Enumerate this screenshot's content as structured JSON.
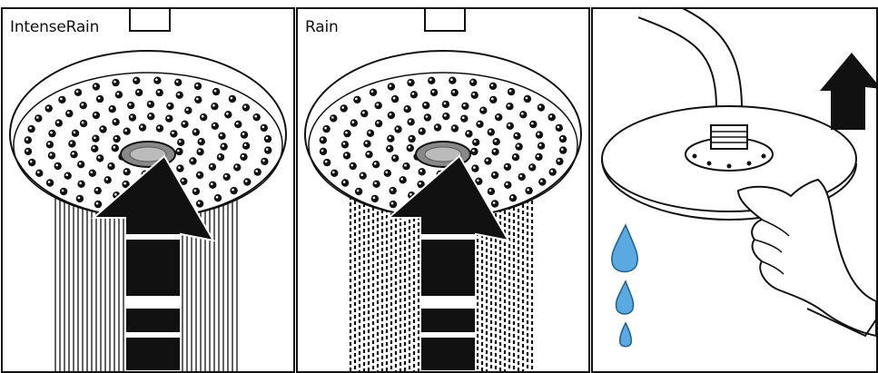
{
  "panels": [
    {
      "label": "IntenseRain",
      "mode": "intense-rain"
    },
    {
      "label": "Rain",
      "mode": "rain"
    },
    {
      "label": "",
      "mode": "remove-showerhead"
    }
  ],
  "colors": {
    "line": "#111111",
    "drop": "#5aa9e0",
    "background": "#ffffff"
  }
}
